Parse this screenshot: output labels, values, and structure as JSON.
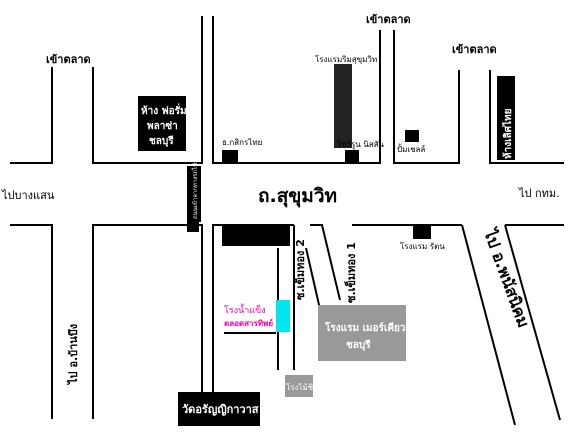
{
  "map": {
    "main_road": "ถ.สุขุมวิท",
    "directions": {
      "market_left": "เข้าตลาด",
      "market_center": "เข้าตลาด",
      "market_right": "เข้าตลาด",
      "to_bangsaen": "ไปบางแสน",
      "to_bangkok": "ไป กทม.",
      "to_banbueng": "ไป อ.บ้านบึง",
      "to_phanat": "ไป อ.พนัสนิคม"
    },
    "side_roads": {
      "soi_chaemthong_1": "ซ.เข็มทอง 1",
      "soi_chaemthong_2": "ซ.เข็มทอง 2",
      "side_lane": "ถนนเข้าจากทางรถไฟชลบุรี"
    },
    "landmarks": {
      "forum_plaza": [
        "ห้าง ฟอรั่ม",
        "พลาซ่า",
        "ชลบุรี"
      ],
      "thai_farmers_bank": "ธ.กสิกรไทย",
      "hotel_rimsukhumvit": "โรงแรมริมสุขุมวิท",
      "saiwaroon": "ไซว์รูน นิสสัน",
      "shell_station": "ปั้มเชลล์",
      "lerthai_store": "ห้างเลิศไทย",
      "rattana_hotel": "โรงแรม รัตน",
      "ice_factory": [
        "โรงน้ำแข็ง",
        "ตลอดสารทิพย์"
      ],
      "m_hotel": [
        "โรงแรม เมอร์เคียว",
        "ชลบุรี"
      ],
      "mill": "โรงไม้ชิด",
      "temple": "วัดอรัญญิกาวาส"
    }
  }
}
